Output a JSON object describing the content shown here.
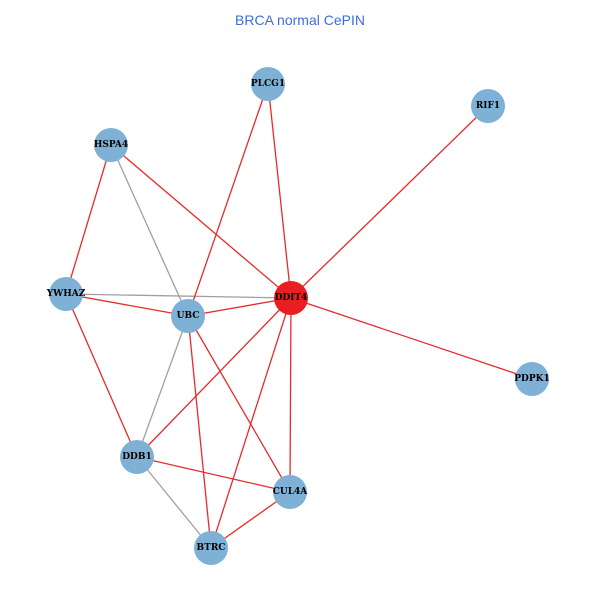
{
  "title": "BRCA normal CePIN",
  "colors": {
    "title": "#3c6fd6",
    "node_default": "#7fb0d6",
    "node_highlight": "#e81e22",
    "edge_red": "#e82a2a",
    "edge_gray": "#a0a0a0"
  },
  "nodes": [
    {
      "id": "PLCG1",
      "label": "PLCG1",
      "highlight": false
    },
    {
      "id": "RIF1",
      "label": "RIF1",
      "highlight": false
    },
    {
      "id": "HSPA4",
      "label": "HSPA4",
      "highlight": false
    },
    {
      "id": "YWHAZ",
      "label": "YWHAZ",
      "highlight": false
    },
    {
      "id": "UBC",
      "label": "UBC",
      "highlight": false
    },
    {
      "id": "DDIT4",
      "label": "DDIT4",
      "highlight": true
    },
    {
      "id": "PDPK1",
      "label": "PDPK1",
      "highlight": false
    },
    {
      "id": "DDB1",
      "label": "DDB1",
      "highlight": false
    },
    {
      "id": "CUL4A",
      "label": "CUL4A",
      "highlight": false
    },
    {
      "id": "BTRC",
      "label": "BTRC",
      "highlight": false
    }
  ],
  "edges": [
    {
      "source": "HSPA4",
      "target": "UBC",
      "color": "gray"
    },
    {
      "source": "YWHAZ",
      "target": "DDIT4",
      "color": "gray"
    },
    {
      "source": "UBC",
      "target": "DDB1",
      "color": "gray"
    },
    {
      "source": "DDB1",
      "target": "BTRC",
      "color": "gray"
    },
    {
      "source": "PLCG1",
      "target": "DDIT4",
      "color": "red"
    },
    {
      "source": "PLCG1",
      "target": "UBC",
      "color": "red"
    },
    {
      "source": "RIF1",
      "target": "DDIT4",
      "color": "red"
    },
    {
      "source": "HSPA4",
      "target": "DDIT4",
      "color": "red"
    },
    {
      "source": "HSPA4",
      "target": "YWHAZ",
      "color": "red"
    },
    {
      "source": "YWHAZ",
      "target": "UBC",
      "color": "red"
    },
    {
      "source": "YWHAZ",
      "target": "DDB1",
      "color": "red"
    },
    {
      "source": "UBC",
      "target": "DDIT4",
      "color": "red"
    },
    {
      "source": "UBC",
      "target": "CUL4A",
      "color": "red"
    },
    {
      "source": "UBC",
      "target": "BTRC",
      "color": "red"
    },
    {
      "source": "DDIT4",
      "target": "PDPK1",
      "color": "red"
    },
    {
      "source": "DDIT4",
      "target": "DDB1",
      "color": "red"
    },
    {
      "source": "DDIT4",
      "target": "CUL4A",
      "color": "red"
    },
    {
      "source": "DDIT4",
      "target": "BTRC",
      "color": "red"
    },
    {
      "source": "DDB1",
      "target": "CUL4A",
      "color": "red"
    },
    {
      "source": "CUL4A",
      "target": "BTRC",
      "color": "red"
    }
  ]
}
